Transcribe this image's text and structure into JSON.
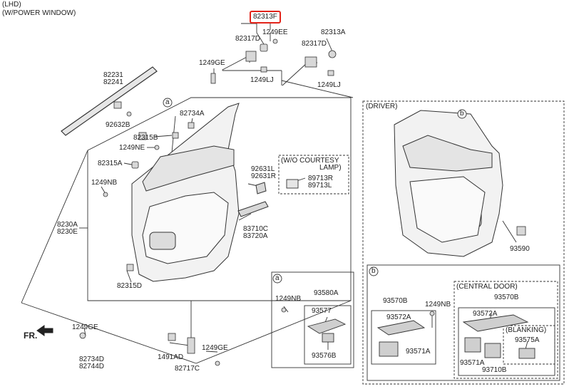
{
  "header": {
    "line1": "(LHD)",
    "line2": "(W/POWER WINDOW)"
  },
  "highlight_part": "82313F",
  "parts": {
    "p1249EE": "1249EE",
    "p82313A": "82313A",
    "p82317D_a": "82317D",
    "p82317D_b": "82317D",
    "p1249GE_top": "1249GE",
    "p1249LJ_a": "1249LJ",
    "p1249LJ_b": "1249LJ",
    "p82231": "82231",
    "p82241": "82241",
    "p92632B": "92632B",
    "p82734A": "82734A",
    "p82315B": "82315B",
    "p1249NE": "1249NE",
    "p82315A": "82315A",
    "p1249NB": "1249NB",
    "p8230A": "8230A",
    "p8230E": "8230E",
    "p92631L": "92631L",
    "p92631R": "92631R",
    "p83710C": "83710C",
    "p83720A": "83720A",
    "p82315D": "82315D",
    "p1249GE_bl": "1249GE",
    "p82734D": "82734D",
    "p82744D": "82744D",
    "p1491AD": "1491AD",
    "p1249GE_bm": "1249GE",
    "p82717C": "82717C",
    "p89713R": "89713R",
    "p89713L": "89713L",
    "p1249NB_a": "1249NB",
    "p93580A": "93580A",
    "p93577": "93577",
    "p93576B": "93576B",
    "p93590": "93590",
    "p93570B_l": "93570B",
    "p93572A_l": "93572A",
    "p1249NB_b": "1249NB",
    "p93571A_l": "93571A",
    "p93570B_r": "93570B",
    "p93572A_r": "93572A",
    "p93575A": "93575A",
    "p93571A_r": "93571A",
    "p93710B": "93710B"
  },
  "callouts": {
    "a_main": "a",
    "b_driver": "b",
    "a_box": "a",
    "b_box": "b"
  },
  "boxes": {
    "courtesy_line1": "(W/O COURTESY",
    "courtesy_line2": "LAMP)",
    "driver": "(DRIVER)",
    "central_door": "(CENTRAL DOOR)",
    "blanking": "(BLANKING)"
  },
  "fr_label": "FR.",
  "colors": {
    "highlight": "#e2231a",
    "line": "#333333"
  }
}
